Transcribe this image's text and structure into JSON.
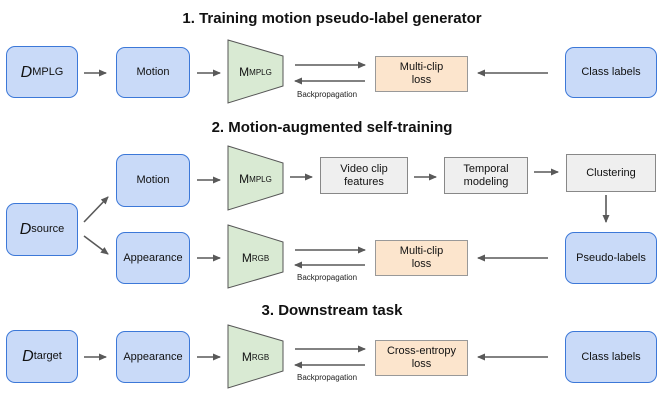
{
  "section1": {
    "title": "1. Training motion pseudo-label generator",
    "dataset": {
      "main": "D",
      "sub": "MPLG"
    },
    "input_label": "Motion",
    "model": {
      "main": "M",
      "sub": "MPLG"
    },
    "loss_label": "Multi-clip\nloss",
    "class_label": "Class labels",
    "backprop_label": "Backpropagation"
  },
  "section2": {
    "title": "2. Motion-augmented self-training",
    "dataset": {
      "main": "D",
      "sub": "source"
    },
    "motion_label": "Motion",
    "appearance_label": "Appearance",
    "model_mplg": {
      "main": "M",
      "sub": "MPLG"
    },
    "model_rgb": {
      "main": "M",
      "sub": "RGB"
    },
    "features_label": "Video clip\nfeatures",
    "temporal_label": "Temporal\nmodeling",
    "clustering_label": "Clustering",
    "loss_label": "Multi-clip\nloss",
    "pseudo_label": "Pseudo-labels",
    "backprop_label": "Backpropagation"
  },
  "section3": {
    "title": "3. Downstream task",
    "dataset": {
      "main": "D",
      "sub": "target"
    },
    "appearance_label": "Appearance",
    "model": {
      "main": "M",
      "sub": "RGB"
    },
    "loss_label": "Cross-entropy\nloss",
    "class_label": "Class labels",
    "backprop_label": "Backpropagation"
  },
  "colors": {
    "blue_fill": "#c9daf8",
    "blue_border": "#3c78d8",
    "green_fill": "#d9ead3",
    "green_border": "#555555",
    "orange_fill": "#fce5cd",
    "gray_fill": "#efefef",
    "arrow": "#595959"
  }
}
